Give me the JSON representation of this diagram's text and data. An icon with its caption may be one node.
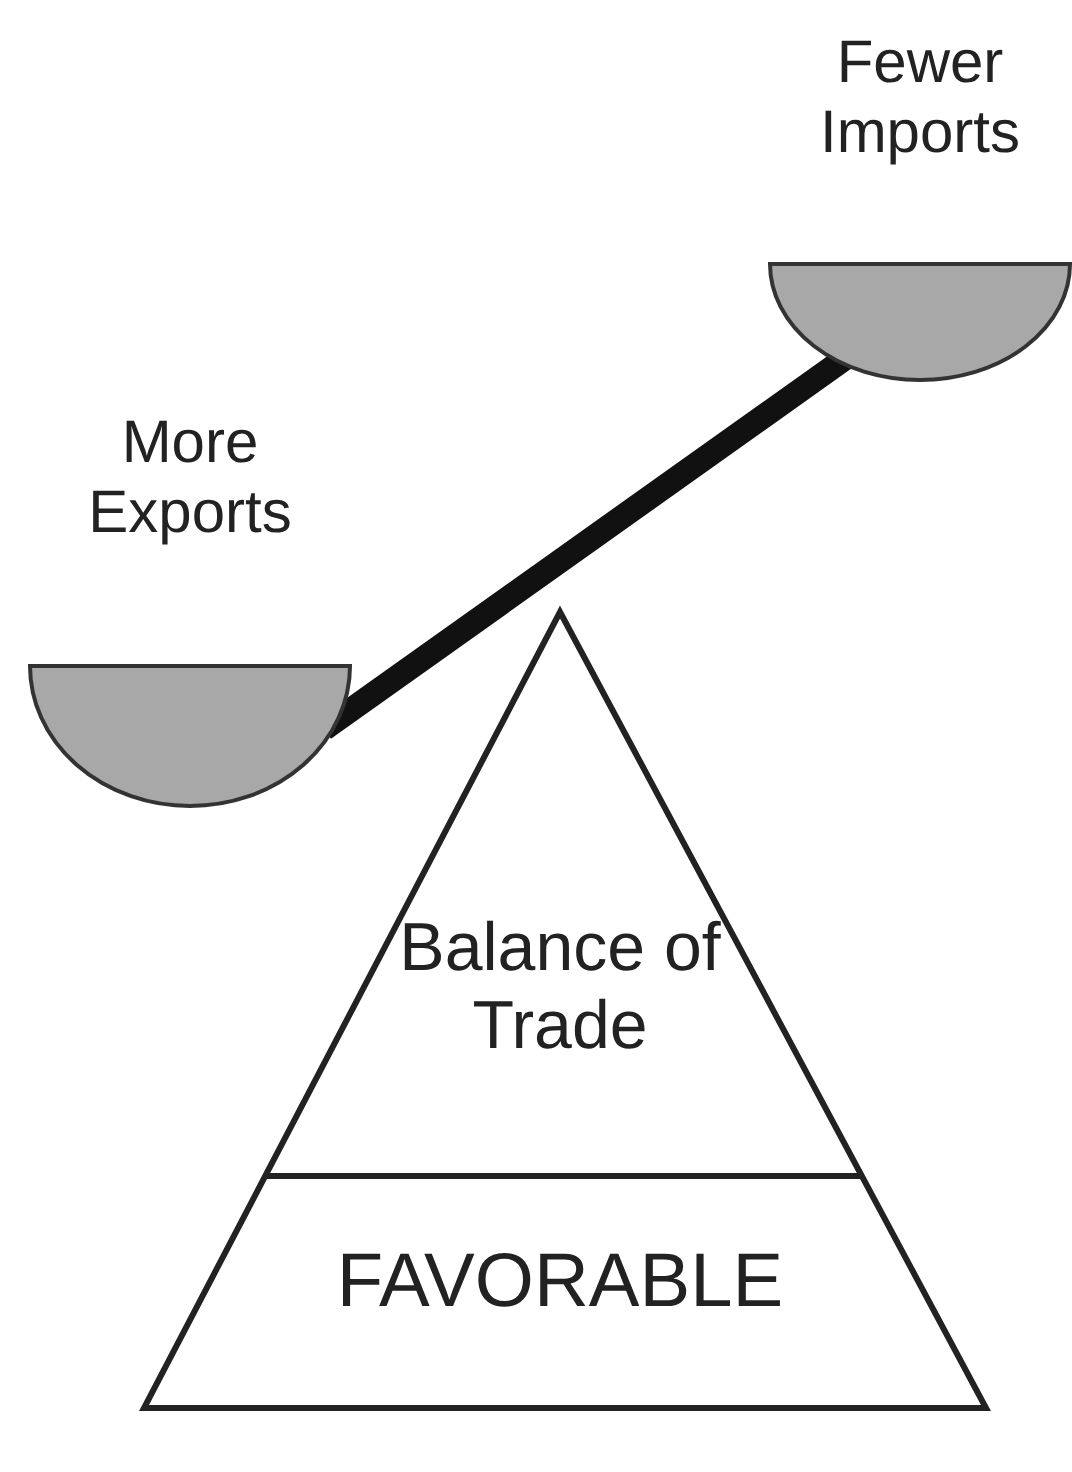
{
  "diagram": {
    "nodes": [
      {
        "text": [
          "More Exports"
        ]
      },
      {
        "text": [
          "Fewer Imports"
        ]
      },
      {
        "text": [
          "Balance of Trade",
          "FAVORABLE"
        ]
      }
    ],
    "edges": [
      {
        "from": 0,
        "to": 1,
        "arrow": "none"
      }
    ]
  }
}
